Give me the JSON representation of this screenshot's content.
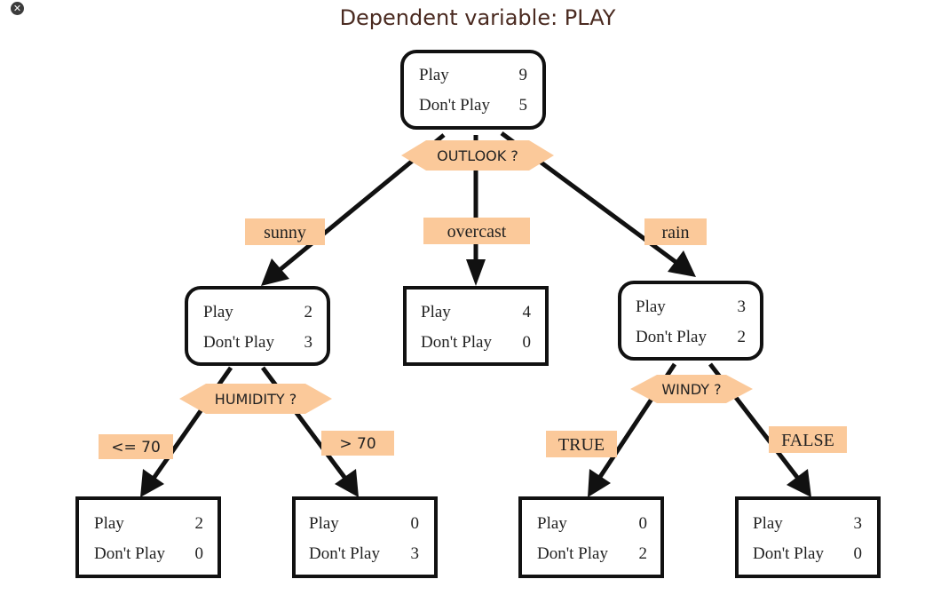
{
  "title": "Dependent variable: PLAY",
  "colors": {
    "label_fill": "#fbc99a",
    "node_stroke": "#111111",
    "arrow": "#111111"
  },
  "nodes": {
    "root": {
      "label1": "Play",
      "value1": "9",
      "label2": "Don't Play",
      "value2": "5"
    },
    "sunny": {
      "label1": "Play",
      "value1": "2",
      "label2": "Don't Play",
      "value2": "3"
    },
    "overcast": {
      "label1": "Play",
      "value1": "4",
      "label2": "Don't Play",
      "value2": "0"
    },
    "rain": {
      "label1": "Play",
      "value1": "3",
      "label2": "Don't Play",
      "value2": "2"
    },
    "sunny_low_humid": {
      "label1": "Play",
      "value1": "2",
      "label2": "Don't Play",
      "value2": "0"
    },
    "sunny_high_humid": {
      "label1": "Play",
      "value1": "0",
      "label2": "Don't Play",
      "value2": "3"
    },
    "rain_windy": {
      "label1": "Play",
      "value1": "0",
      "label2": "Don't Play",
      "value2": "2"
    },
    "rain_calm": {
      "label1": "Play",
      "value1": "3",
      "label2": "Don't Play",
      "value2": "0"
    }
  },
  "questions": {
    "outlook": "OUTLOOK ?",
    "humidity": "HUMIDITY ?",
    "windy": "WINDY ?"
  },
  "branches": {
    "sunny": "sunny",
    "overcast": "overcast",
    "rain": "rain",
    "humidity_low": "<= 70",
    "humidity_high": "> 70",
    "windy_true": "TRUE",
    "windy_false": "FALSE"
  }
}
